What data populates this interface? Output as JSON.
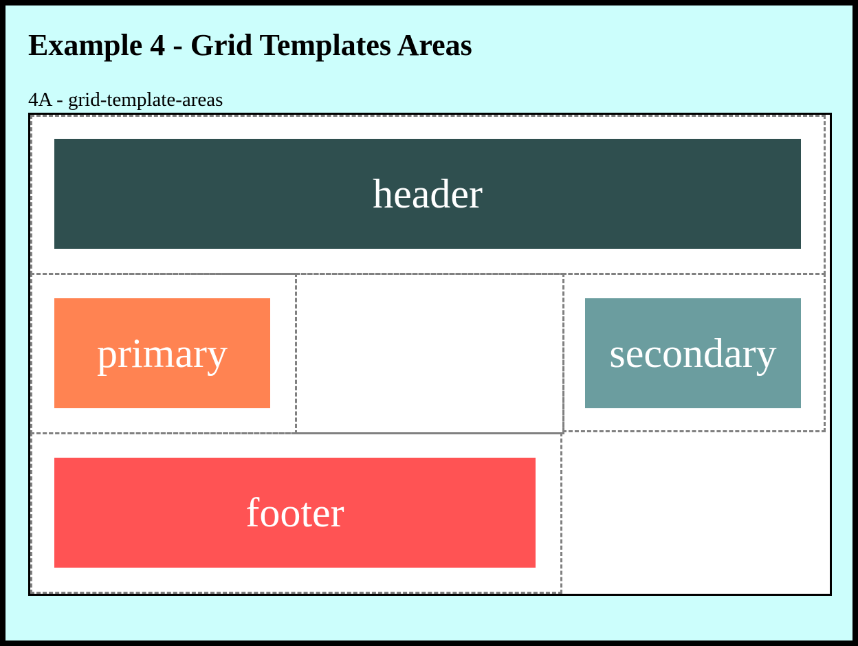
{
  "heading": "Example 4 - Grid Templates Areas",
  "example": {
    "label": "4A - grid-template-areas",
    "areas": {
      "header": {
        "label": "header",
        "color": "#2f4f4f"
      },
      "primary": {
        "label": "primary",
        "color": "#ff8352"
      },
      "secondary": {
        "label": "secondary",
        "color": "#6b9d9f"
      },
      "footer": {
        "label": "footer",
        "color": "#ff5354"
      }
    }
  },
  "colors": {
    "page_background": "#ccfefc",
    "grid_background": "#ffffff",
    "cell_border": "#808080"
  }
}
